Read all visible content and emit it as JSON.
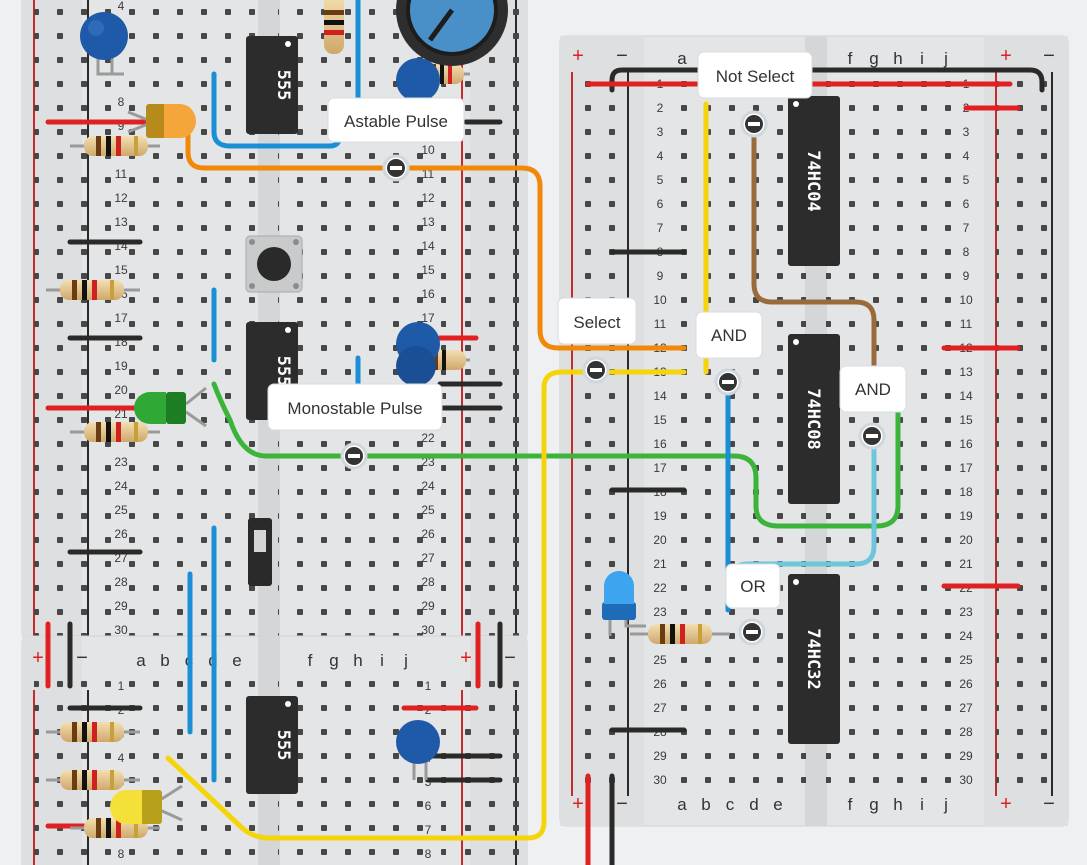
{
  "labels": {
    "astable": "Astable Pulse",
    "monostable": "Monostable Pulse",
    "select": "Select",
    "not_select": "Not Select",
    "and1": "AND",
    "and2": "AND",
    "or": "OR"
  },
  "chips": {
    "u1": "555",
    "u2": "555",
    "u3": "555",
    "u4": "74HC04",
    "u5": "74HC08",
    "u6": "74HC32"
  },
  "columns": {
    "left": [
      "a",
      "b",
      "c",
      "d",
      "e"
    ],
    "right": [
      "f",
      "g",
      "h",
      "i",
      "j"
    ]
  },
  "rails": {
    "plus": "+",
    "minus": "−"
  },
  "rows": {
    "left_top": [
      4,
      8,
      9,
      10,
      11,
      12,
      13,
      14,
      15,
      16,
      17,
      18,
      19,
      20,
      21,
      22,
      23,
      24,
      25,
      26,
      27,
      28,
      29,
      30
    ],
    "left_bottom": [
      1,
      2,
      3,
      4,
      5,
      6,
      7,
      8
    ],
    "right": [
      1,
      2,
      3,
      4,
      5,
      6,
      7,
      8,
      9,
      10,
      11,
      12,
      13,
      14,
      15,
      16,
      17,
      18,
      19,
      20,
      21,
      22,
      23,
      24,
      25,
      26,
      27,
      28,
      29,
      30
    ]
  },
  "colors": {
    "wire_orange": "#f0880a",
    "wire_yellow": "#f5d40c",
    "wire_green": "#3cb43c",
    "wire_blue": "#1a8fd6",
    "wire_brown": "#9b6a3c",
    "wire_lightblue": "#6fc6dc",
    "wire_red": "#e12121",
    "wire_black": "#2a2a2a",
    "chip": "#2c2c2c",
    "capacitor": "#1f5aa8"
  }
}
